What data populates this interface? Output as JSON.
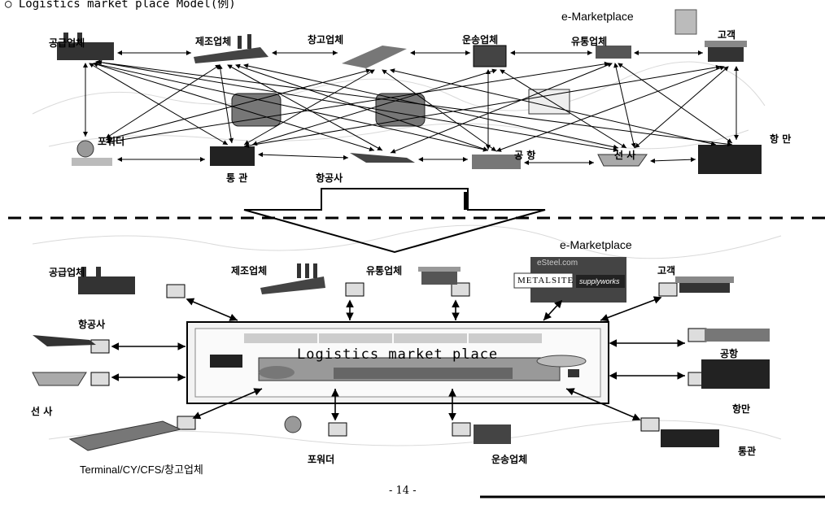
{
  "title": "○ Logistics market place Model(例)",
  "top": {
    "supplier": "공급업체",
    "manufacturer": "제조업체",
    "warehouse": "창고업체",
    "carrier": "운송업체",
    "distributor": "유통업체",
    "customer": "고객",
    "emarketplace": "e-Marketplace",
    "forwarder": "포워더",
    "customs": "통 관",
    "airline": "항공사",
    "airport": "공 항",
    "shipping": "선 사",
    "port": "항 만"
  },
  "bottom": {
    "supplier": "공급업체",
    "manufacturer": "제조업체",
    "distributor": "유통업체",
    "emarketplace": "e-Marketplace",
    "customer": "고객",
    "airline": "항공사",
    "shipping": "선 사",
    "airport": "공항",
    "port": "항만",
    "customs": "통관",
    "terminal": "Terminal/CY/CFS/창고업체",
    "forwarder": "포워더",
    "carrier": "운송업체",
    "center": "Logistics market place",
    "logo1": "eSteel.com",
    "logo2": "METALSITE",
    "logo3": "supplyworks"
  },
  "page_number": "- 14 -"
}
